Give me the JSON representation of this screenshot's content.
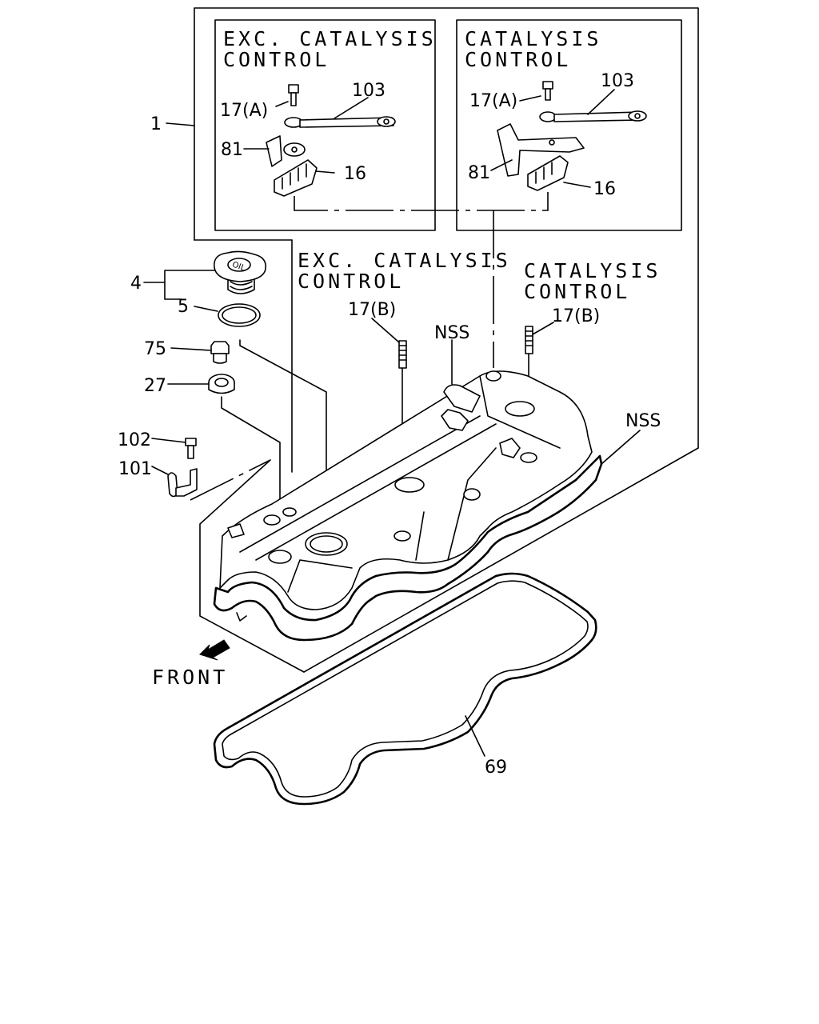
{
  "insets": {
    "exc_title_1": "EXC. CATALYSIS",
    "exc_title_2": "CONTROL",
    "cat_title_1": "CATALYSIS",
    "cat_title_2": "CONTROL"
  },
  "main_headings": {
    "exc_title_1": "EXC. CATALYSIS",
    "exc_title_2": "CONTROL",
    "cat_title_1": "CATALYSIS",
    "cat_title_2": "CONTROL"
  },
  "callouts": {
    "p1": "1",
    "p4": "4",
    "p5": "5",
    "p75": "75",
    "p27": "27",
    "p102": "102",
    "p101": "101",
    "p17a_left": "17(A)",
    "p103_left": "103",
    "p81_left": "81",
    "p16_left": "16",
    "p17a_right": "17(A)",
    "p103_right": "103",
    "p81_right": "81",
    "p16_right": "16",
    "p17b_left": "17(B)",
    "p17b_right": "17(B)",
    "nss_top": "NSS",
    "nss_right": "NSS",
    "p69": "69"
  },
  "front_label": "FRONT",
  "icons": {
    "front_arrow": "arrow-down-left-icon"
  }
}
